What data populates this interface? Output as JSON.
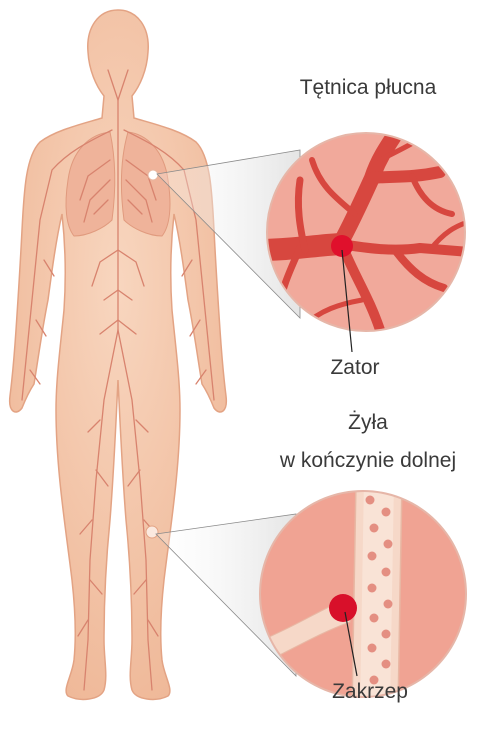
{
  "labels": {
    "pulmonary_artery": "Tętnica płucna",
    "embolus": "Zator",
    "leg_vein_line1": "Żyła",
    "leg_vein_line2": "w kończynie dolnej",
    "clot": "Zakrzep"
  },
  "colors": {
    "skin": "#f4c7a9",
    "skin_outline": "#e3a384",
    "vessel": "#d8836e",
    "artery_bg": "#f1a99b",
    "artery_vessel": "#d7473f",
    "embolus": "#e0102c",
    "vein_wall": "#f6d8c8",
    "vein_bg": "#f0a393",
    "clot": "#d8102a"
  }
}
